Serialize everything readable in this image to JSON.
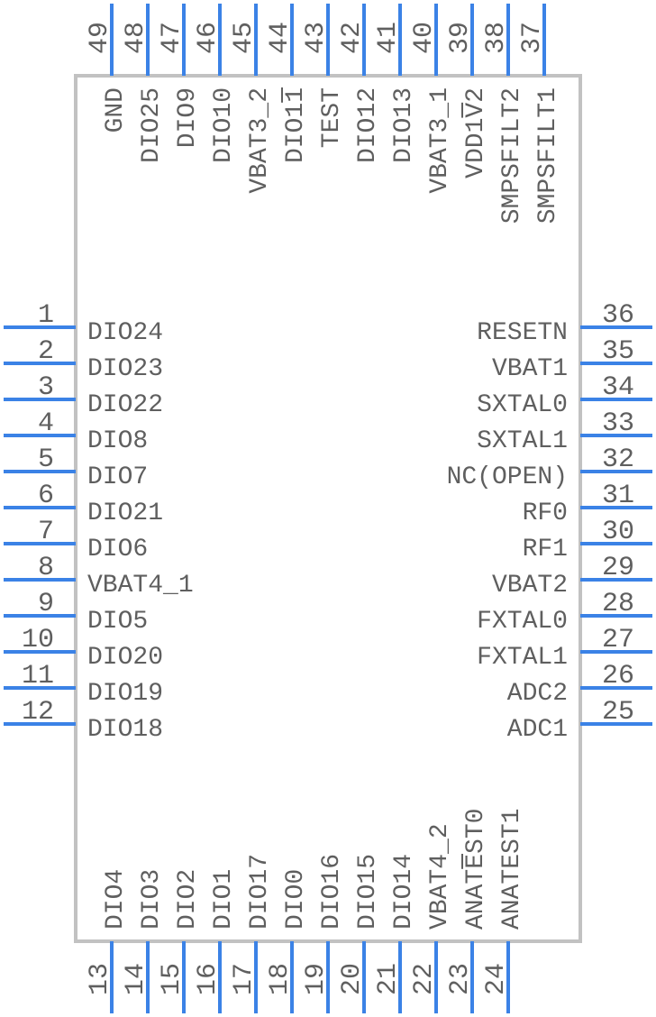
{
  "colors": {
    "pin": "#3b82e6",
    "body_outline": "#c2c2c2",
    "text": "#5f5f5f"
  },
  "pins": {
    "left": [
      {
        "num": "1",
        "name": "DIO24"
      },
      {
        "num": "2",
        "name": "DIO23"
      },
      {
        "num": "3",
        "name": "DIO22"
      },
      {
        "num": "4",
        "name": "DIO8"
      },
      {
        "num": "5",
        "name": "DIO7"
      },
      {
        "num": "6",
        "name": "DIO21"
      },
      {
        "num": "7",
        "name": "DIO6"
      },
      {
        "num": "8",
        "name": "VBAT4_1"
      },
      {
        "num": "9",
        "name": "DIO5"
      },
      {
        "num": "10",
        "name": "DIO20"
      },
      {
        "num": "11",
        "name": "DIO19"
      },
      {
        "num": "12",
        "name": "DIO18"
      }
    ],
    "right": [
      {
        "num": "36",
        "name": "RESETN"
      },
      {
        "num": "35",
        "name": "VBAT1"
      },
      {
        "num": "34",
        "name": "SXTAL0"
      },
      {
        "num": "33",
        "name": "SXTAL1"
      },
      {
        "num": "32",
        "name": "NC(OPEN)"
      },
      {
        "num": "31",
        "name": "RF0"
      },
      {
        "num": "30",
        "name": "RF1"
      },
      {
        "num": "29",
        "name": "VBAT2"
      },
      {
        "num": "28",
        "name": "FXTAL0"
      },
      {
        "num": "27",
        "name": "FXTAL1"
      },
      {
        "num": "26",
        "name": "ADC2"
      },
      {
        "num": "25",
        "name": "ADC1"
      }
    ],
    "top": [
      {
        "num": "49",
        "name": "GND"
      },
      {
        "num": "48",
        "name": "DIO25"
      },
      {
        "num": "47",
        "name": "DIO9"
      },
      {
        "num": "46",
        "name": "DIO10"
      },
      {
        "num": "45",
        "name": "VBAT3_2"
      },
      {
        "num": "44",
        "name": "DIO11"
      },
      {
        "num": "43",
        "name": "TEST"
      },
      {
        "num": "42",
        "name": "DIO12"
      },
      {
        "num": "41",
        "name": "DIO13"
      },
      {
        "num": "40",
        "name": "VBAT3_1"
      },
      {
        "num": "39",
        "name": "VDD1V2"
      },
      {
        "num": "38",
        "name": "SMPSFILT2"
      },
      {
        "num": "37",
        "name": "SMPSFILT1"
      }
    ],
    "bottom": [
      {
        "num": "13",
        "name": "DIO4"
      },
      {
        "num": "14",
        "name": "DIO3"
      },
      {
        "num": "15",
        "name": "DIO2"
      },
      {
        "num": "16",
        "name": "DIO1"
      },
      {
        "num": "17",
        "name": "DIO17"
      },
      {
        "num": "18",
        "name": "DIO0"
      },
      {
        "num": "19",
        "name": "DIO16"
      },
      {
        "num": "20",
        "name": "DIO15"
      },
      {
        "num": "21",
        "name": "DIO14"
      },
      {
        "num": "22",
        "name": "VBAT4_2"
      },
      {
        "num": "23",
        "name": "ANATEST0"
      },
      {
        "num": "24",
        "name": "ANATEST1"
      }
    ]
  }
}
